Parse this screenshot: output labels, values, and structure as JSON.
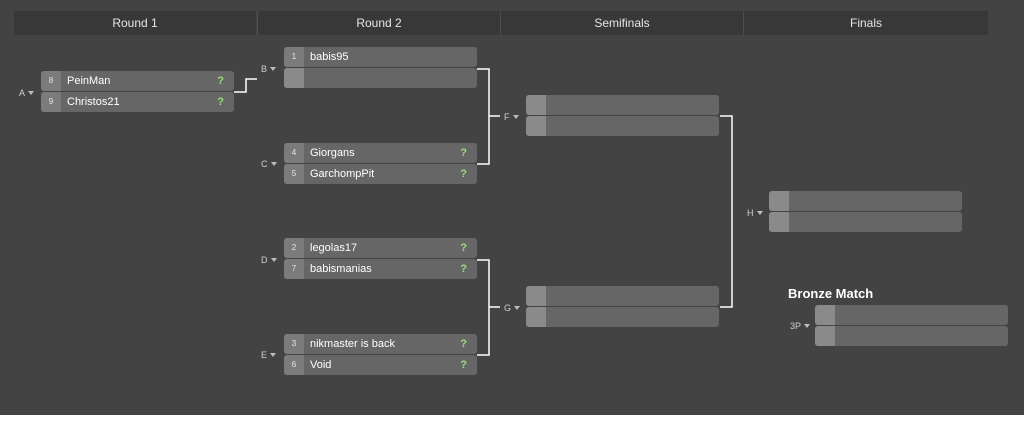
{
  "rounds": [
    {
      "title": "Round 1"
    },
    {
      "title": "Round 2"
    },
    {
      "title": "Semifinals"
    },
    {
      "title": "Finals"
    }
  ],
  "matches": {
    "A": {
      "label": "A",
      "teams": [
        {
          "seed": "8",
          "name": "PeinMan",
          "score": "?"
        },
        {
          "seed": "9",
          "name": "Christos21",
          "score": "?"
        }
      ]
    },
    "B": {
      "label": "B",
      "teams": [
        {
          "seed": "1",
          "name": "babis95",
          "score": ""
        },
        {
          "seed": "",
          "name": "",
          "score": ""
        }
      ]
    },
    "C": {
      "label": "C",
      "teams": [
        {
          "seed": "4",
          "name": "Giorgans",
          "score": "?"
        },
        {
          "seed": "5",
          "name": "GarchompPit",
          "score": "?"
        }
      ]
    },
    "D": {
      "label": "D",
      "teams": [
        {
          "seed": "2",
          "name": "legolas17",
          "score": "?"
        },
        {
          "seed": "7",
          "name": "babismanias",
          "score": "?"
        }
      ]
    },
    "E": {
      "label": "E",
      "teams": [
        {
          "seed": "3",
          "name": "nikmaster is back",
          "score": "?"
        },
        {
          "seed": "6",
          "name": "Void",
          "score": "?"
        }
      ]
    },
    "F": {
      "label": "F",
      "teams": [
        {
          "seed": "",
          "name": "",
          "score": ""
        },
        {
          "seed": "",
          "name": "",
          "score": ""
        }
      ]
    },
    "G": {
      "label": "G",
      "teams": [
        {
          "seed": "",
          "name": "",
          "score": ""
        },
        {
          "seed": "",
          "name": "",
          "score": ""
        }
      ]
    },
    "H": {
      "label": "H",
      "teams": [
        {
          "seed": "",
          "name": "",
          "score": ""
        },
        {
          "seed": "",
          "name": "",
          "score": ""
        }
      ]
    },
    "3P": {
      "label": "3P",
      "teams": [
        {
          "seed": "",
          "name": "",
          "score": ""
        },
        {
          "seed": "",
          "name": "",
          "score": ""
        }
      ]
    }
  },
  "bronze": {
    "title": "Bronze Match"
  },
  "icons": {
    "match_menu": "caret-down-icon"
  },
  "colors": {
    "background": "#434343",
    "header": "#383838",
    "slot": "#666666",
    "seed": "#7b7b7b",
    "score": "#9adf7a",
    "connector": "#ffffff"
  }
}
